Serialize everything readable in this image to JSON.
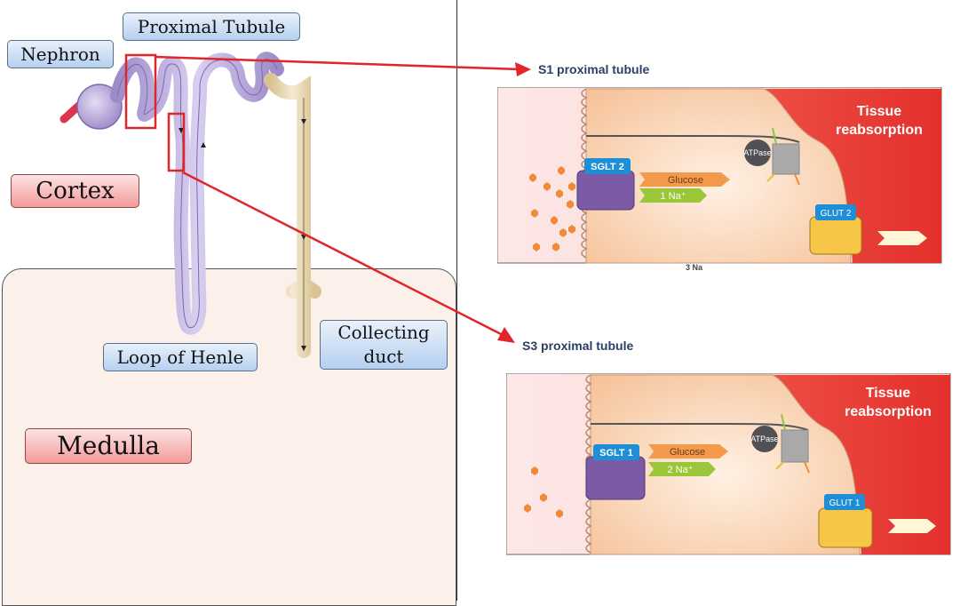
{
  "labels": {
    "nephron": "Nephron",
    "proximal_tubule": "Proximal Tubule",
    "cortex": "Cortex",
    "medulla": "Medulla",
    "loop_of_henle": "Loop of Henle",
    "collecting_duct_line1": "Collecting",
    "collecting_duct_line2": "duct"
  },
  "panels": [
    {
      "title": "S1 proximal tubule",
      "transporter": "SGLT 2",
      "glucose": "Glucose",
      "sodium": "1 Na⁺",
      "atpase": "ATPase",
      "glut": "GLUT 2",
      "tissue_line1": "Tissue",
      "tissue_line2": "reabsorption",
      "below_note": "3 Na"
    },
    {
      "title": "S3 proximal tubule",
      "transporter": "SGLT 1",
      "glucose": "Glucose",
      "sodium": "2 Na⁺",
      "atpase": "ATPase",
      "glut": "GLUT 1",
      "tissue_line1": "Tissue",
      "tissue_line2": "reabsorption"
    }
  ],
  "colors": {
    "arrow": "#e0262b",
    "tubule": "#b7a6d8",
    "collecting_duct": "#e8d9b6",
    "sglt": "#7c5ba6",
    "tag": "#1e8fd6",
    "glucose_arrow": "#f49a4c",
    "sodium_arrow": "#9bc63a",
    "glut": "#f7c646",
    "tissue_red": "#e83a32",
    "cell": "#f9cfaa"
  }
}
